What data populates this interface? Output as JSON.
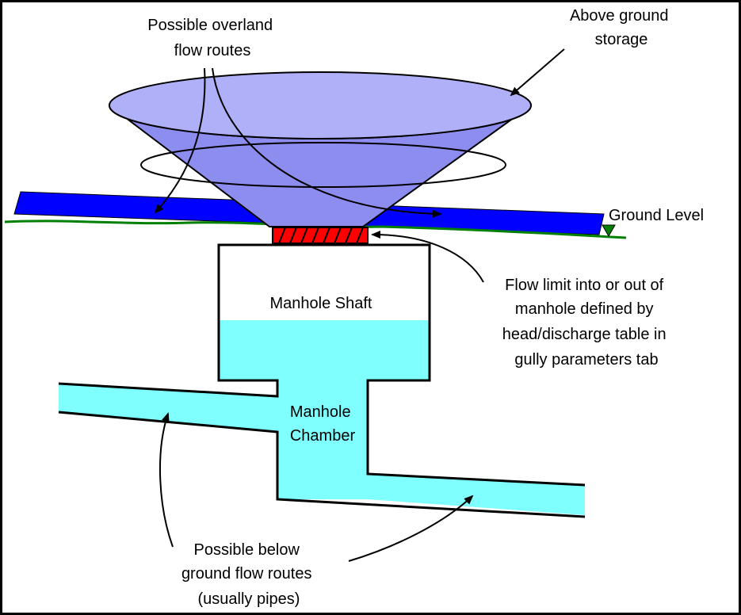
{
  "labels": {
    "overland_routes": [
      "Possible overland",
      "flow routes"
    ],
    "above_ground_storage": [
      "Above ground",
      "storage"
    ],
    "ground_level": "Ground Level",
    "flow_limit": [
      "Flow limit into or out of",
      "manhole defined by",
      "head/discharge table in",
      "gully parameters tab"
    ],
    "manhole_shaft": "Manhole Shaft",
    "manhole_chamber": [
      "Manhole",
      "Chamber"
    ],
    "below_ground_routes": [
      "Possible below",
      "ground flow routes",
      "(usually pipes)"
    ]
  },
  "colors": {
    "background": "#ffffff",
    "outline": "#000000",
    "storage_fill": "#8d8df0",
    "storage_rim": "#b0b0f8",
    "overland_channel": "#0000ff",
    "ground_line": "#008000",
    "gully_grate": "#ff0000",
    "water": "#80ffff"
  }
}
